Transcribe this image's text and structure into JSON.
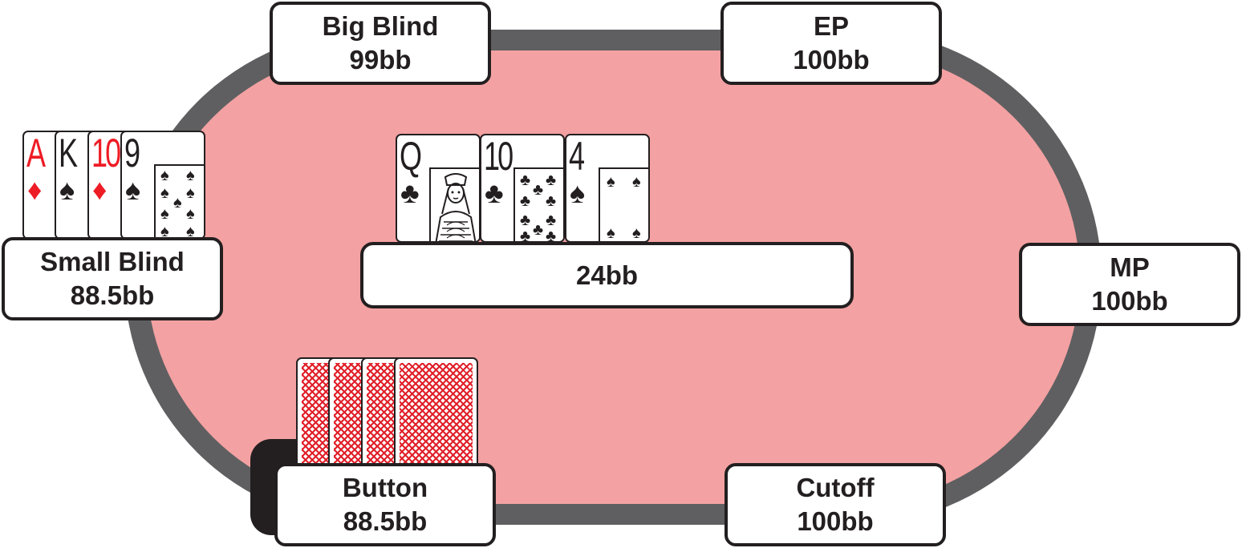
{
  "table": {
    "rail_color": "#5f5f61",
    "felt_color": "#f3a1a2"
  },
  "seats": {
    "big_blind": {
      "name": "Big Blind",
      "stack": "99bb"
    },
    "ep": {
      "name": "EP",
      "stack": "100bb"
    },
    "small_blind": {
      "name": "Small Blind",
      "stack": "88.5bb"
    },
    "mp": {
      "name": "MP",
      "stack": "100bb"
    },
    "button": {
      "name": "Button",
      "stack": "88.5bb"
    },
    "cutoff": {
      "name": "Cutoff",
      "stack": "100bb"
    }
  },
  "pot": {
    "amount": "24bb"
  },
  "board": [
    {
      "rank": "Q",
      "suit": "♣",
      "color": "#231f20"
    },
    {
      "rank": "10",
      "suit": "♣",
      "color": "#231f20"
    },
    {
      "rank": "4",
      "suit": "♠",
      "color": "#231f20"
    }
  ],
  "small_blind_hand": [
    {
      "rank": "A",
      "suit": "♦",
      "color": "#ee1c25"
    },
    {
      "rank": "K",
      "suit": "♠",
      "color": "#231f20"
    },
    {
      "rank": "10",
      "suit": "♦",
      "color": "#ee1c25"
    },
    {
      "rank": "9",
      "suit": "♠",
      "color": "#231f20"
    }
  ],
  "button_hand": {
    "face_down": 4,
    "back_color": "#e0202a"
  }
}
